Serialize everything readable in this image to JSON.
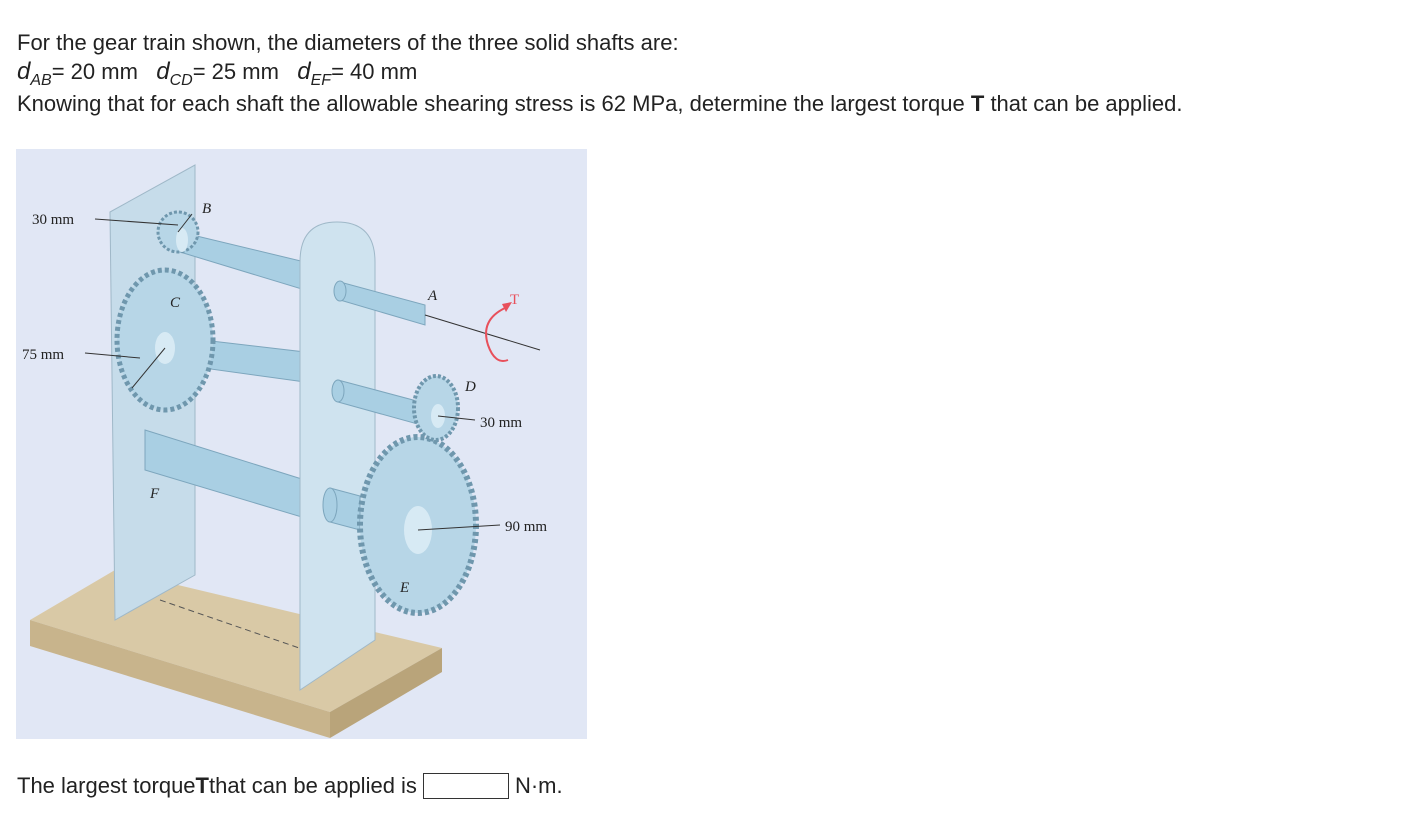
{
  "question": {
    "line1": "For the gear train shown, the diameters of the three solid shafts are:",
    "diameters": [
      {
        "symbol": "d",
        "subscript": "AB",
        "value": "= 20 mm"
      },
      {
        "symbol": "d",
        "subscript": "CD",
        "value": "= 25 mm"
      },
      {
        "symbol": "d",
        "subscript": "EF",
        "value": "= 40 mm"
      }
    ],
    "line3_before": "Knowing that for each shaft the allowable shearing stress is 62 MPa, determine the largest torque ",
    "line3_bold": "T",
    "line3_after": " that can be applied."
  },
  "figure": {
    "background": "#e1e7f5",
    "labels": {
      "r_b": "30 mm",
      "b": "B",
      "c": "C",
      "r_c": "75 mm",
      "a": "A",
      "t": "T",
      "d": "D",
      "r_d": "30 mm",
      "f": "F",
      "r_e": "90 mm",
      "e": "E"
    },
    "torque_color": "#e8505b"
  },
  "answer": {
    "before": "The largest torque ",
    "bold": "T",
    "after": " that can be applied is",
    "value": "",
    "unit": "N·m."
  }
}
